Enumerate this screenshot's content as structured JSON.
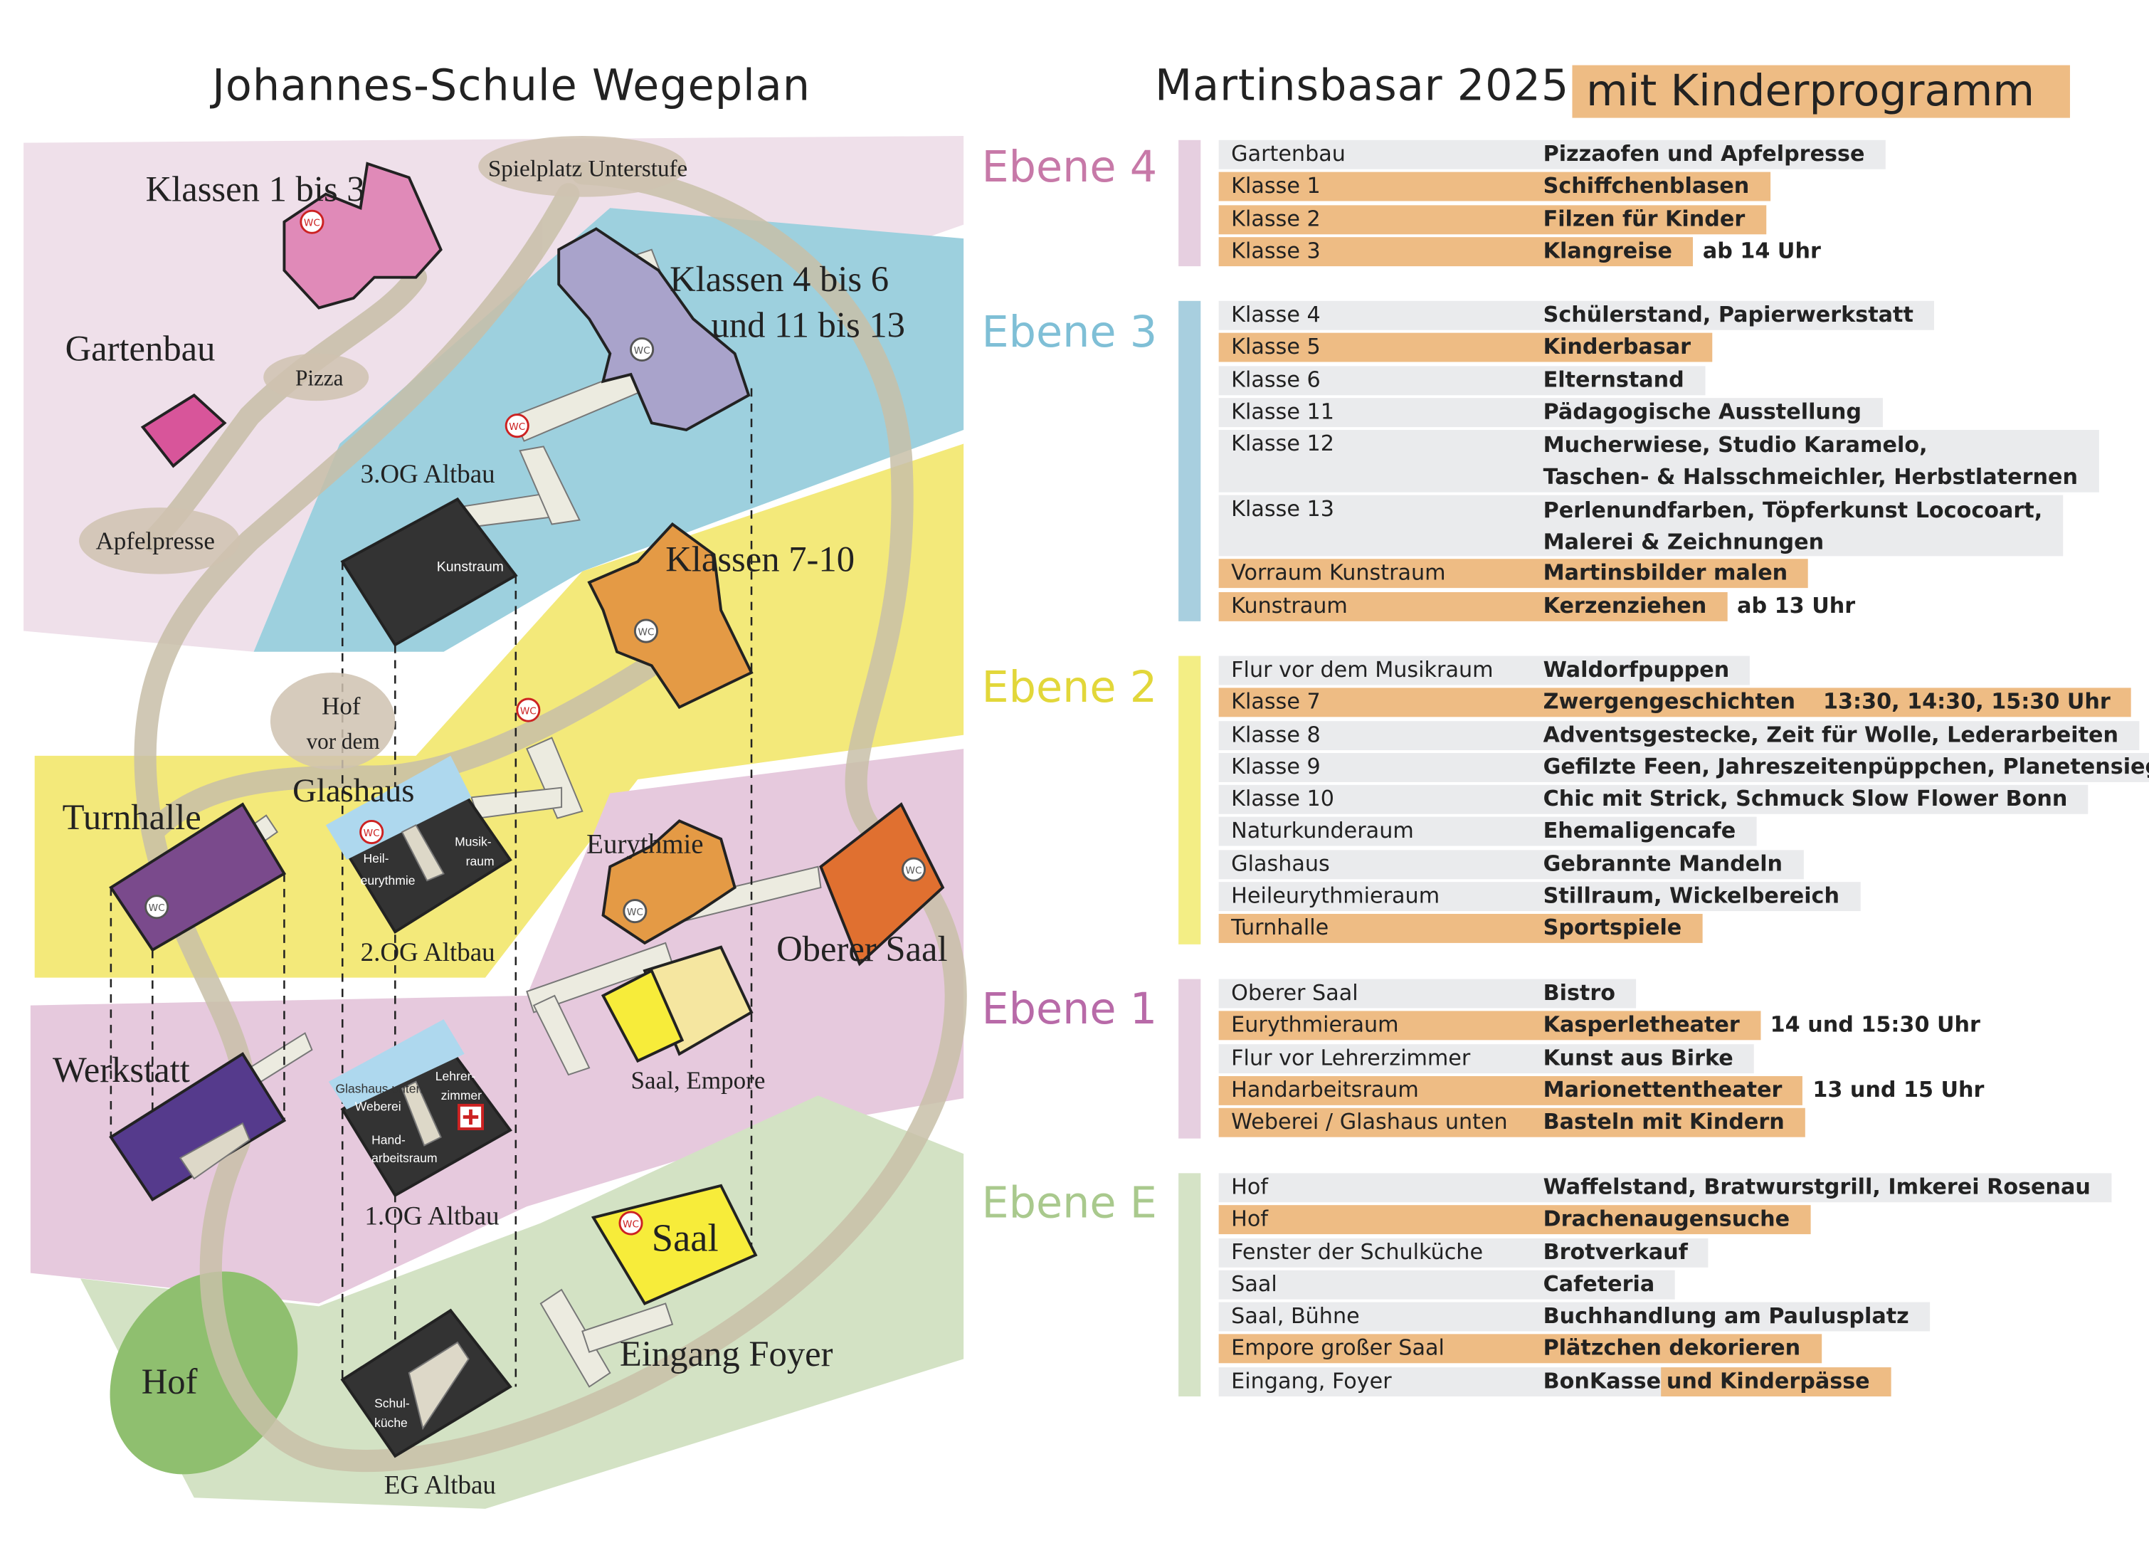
{
  "header": {
    "map_title": "Johannes-Schule Wegeplan",
    "event_title": "Martinsbasar 2025",
    "event_subtitle": "mit Kinderprogramm"
  },
  "colors": {
    "highlight": "#eebc84",
    "row_gray": "#eaebed",
    "ebene4": "#c779a8",
    "ebene3": "#7fbfd6",
    "ebene2": "#e7dc3c",
    "ebene1": "#b86aa8",
    "ebeneE": "#a9c98d"
  },
  "map": {
    "labels": {
      "klassen_1_3": "Klassen 1 bis 3",
      "spielplatz": "Spielplatz Unterstufe",
      "klassen_4_6": "Klassen 4 bis 6",
      "klassen_11_13": "und 11 bis 13",
      "gartenbau": "Gartenbau",
      "pizza": "Pizza",
      "apfelpresse": "Apfelpresse",
      "og3": "3.OG Altbau",
      "kunstraum": "Kunstraum",
      "klassen_7_10": "Klassen 7-10",
      "hof_vor_dem": "Hof",
      "hof_vor_dem2": "vor dem",
      "glashaus": "Glashaus",
      "turnhalle": "Turnhalle",
      "heil": "Heil-",
      "eurythmie_small": "eurythmie",
      "musik": "Musik-",
      "raum": "raum",
      "og2": "2.OG Altbau",
      "eurythmie": "Eurythmie",
      "oberer_saal": "Oberer Saal",
      "werkstatt": "Werkstatt",
      "glashaus_unten": "Glashaus unten",
      "weberei": "Weberei",
      "lehrer": "Lehrer-",
      "zimmer": "zimmer",
      "hand": "Hand-",
      "arbeitsraum": "arbeitsraum",
      "og1": "1.OG Altbau",
      "saal_empore": "Saal, Empore",
      "saal": "Saal",
      "hof": "Hof",
      "eingang_foyer": "Eingang Foyer",
      "schul": "Schul-",
      "kueche": "küche",
      "eg": "EG Altbau",
      "wc": "WC"
    }
  },
  "levels": [
    {
      "name": "Ebene 4",
      "rows": [
        {
          "place": "Gartenbau",
          "activity": "Pizzaofen und Apfelpresse",
          "hl": false
        },
        {
          "place": "Klasse  1",
          "activity": "Schiffchenblasen",
          "hl": true
        },
        {
          "place": "Klasse 2",
          "activity": "Filzen für Kinder",
          "hl": true
        },
        {
          "place": "Klasse 3",
          "activity": "Klangreise",
          "hl": true,
          "note": "ab 14 Uhr"
        }
      ]
    },
    {
      "name": "Ebene 3",
      "rows": [
        {
          "place": "Klasse 4",
          "activity": "Schülerstand, Papierwerkstatt",
          "hl": false
        },
        {
          "place": "Klasse 5",
          "activity": "Kinderbasar",
          "hl": true
        },
        {
          "place": "Klasse 6",
          "activity": "Elternstand",
          "hl": false
        },
        {
          "place": "Klasse 11",
          "activity": "Pädagogische Ausstellung",
          "hl": false
        },
        {
          "place": "Klasse 12",
          "activity": "Mucherwiese, Studio Karamelo,",
          "activity2": "Taschen- & Halsschmeichler, Herbstlaternen",
          "hl": false
        },
        {
          "place": "Klasse 13",
          "activity": "Perlenundfarben, Töpferkunst Lococoart,",
          "activity2": "Malerei & Zeichnungen",
          "hl": false
        },
        {
          "place": "Vorraum Kunstraum",
          "activity": "Martinsbilder malen",
          "hl": true
        },
        {
          "place": "Kunstraum",
          "activity": "Kerzenziehen",
          "hl": true,
          "note": "ab 13 Uhr"
        }
      ]
    },
    {
      "name": "Ebene 2",
      "rows": [
        {
          "place": "Flur vor dem Musikraum",
          "activity": "Waldorfpuppen",
          "hl": false
        },
        {
          "place": "Klasse 7",
          "activity": "Zwergengeschichten",
          "hl": true,
          "inner_note": "13:30, 14:30, 15:30 Uhr"
        },
        {
          "place": "Klasse 8",
          "activity": "Adventsgestecke, Zeit für Wolle, Lederarbeiten",
          "hl": false
        },
        {
          "place": "Klasse 9",
          "activity": "Gefilzte Feen, Jahreszeitenpüppchen, Planetensiegel",
          "hl": false
        },
        {
          "place": "Klasse 10",
          "activity": "Chic mit Strick, Schmuck Slow Flower Bonn",
          "hl": false
        },
        {
          "place": "Naturkunderaum",
          "activity": "Ehemaligencafe",
          "hl": false
        },
        {
          "place": "Glashaus",
          "activity": "Gebrannte Mandeln",
          "hl": false
        },
        {
          "place": "Heileurythmieraum",
          "activity": "Stillraum, Wickelbereich",
          "hl": false
        },
        {
          "place": "Turnhalle",
          "activity": "Sportspiele",
          "hl": true
        }
      ]
    },
    {
      "name": "Ebene 1",
      "rows": [
        {
          "place": "Oberer Saal",
          "activity": "Bistro",
          "hl": false
        },
        {
          "place": "Eurythmieraum",
          "activity": "Kasperletheater",
          "hl": true,
          "note": "14 und 15:30 Uhr"
        },
        {
          "place": "Flur vor Lehrerzimmer",
          "activity": "Kunst aus Birke",
          "hl": false
        },
        {
          "place": "Handarbeitsraum",
          "activity": "Marionettentheater",
          "hl": true,
          "note": "13 und 15 Uhr"
        },
        {
          "place": "Weberei / Glashaus unten",
          "activity": "Basteln mit Kindern",
          "hl": true
        }
      ]
    },
    {
      "name": "Ebene E",
      "rows": [
        {
          "place": "Hof",
          "activity": "Waffelstand, Bratwurstgrill, Imkerei Rosenau",
          "hl": false
        },
        {
          "place": "Hof",
          "activity": "Drachenaugensuche",
          "hl": true
        },
        {
          "place": "Fenster der Schulküche",
          "activity": "Brotverkauf",
          "hl": false
        },
        {
          "place": "Saal",
          "activity": "Cafeteria",
          "hl": false
        },
        {
          "place": "Saal, Bühne",
          "activity": "Buchhandlung am Paulusplatz",
          "hl": false
        },
        {
          "place": "Empore großer Saal",
          "activity": "Plätzchen dekorieren",
          "hl": true
        },
        {
          "place": "Eingang, Foyer",
          "activity": "BonKasse",
          "hl": false,
          "activity_hl": "und Kinderpässe"
        }
      ]
    }
  ]
}
